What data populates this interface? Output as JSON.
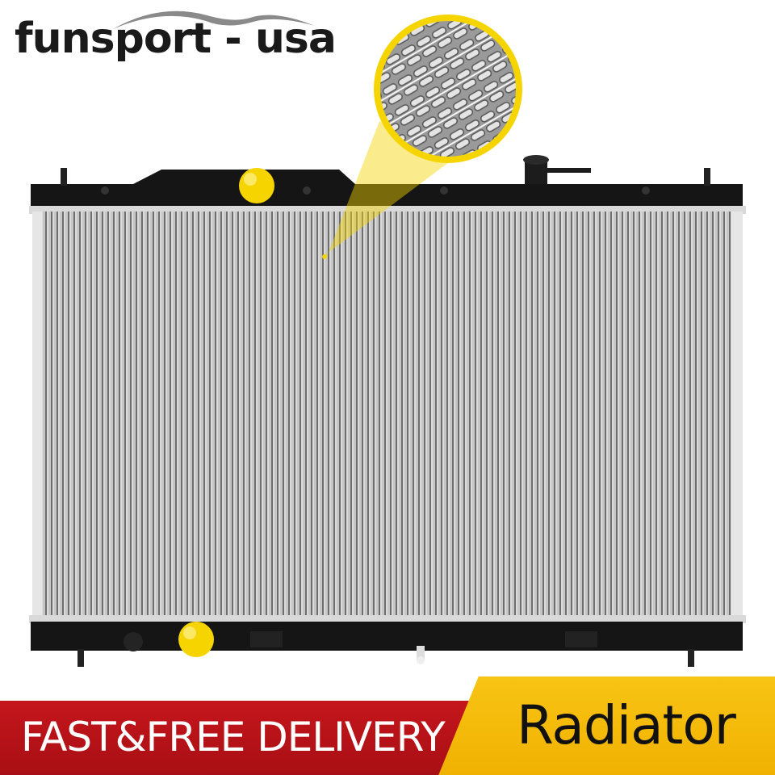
{
  "brand": {
    "logo_text": "funsport - usa"
  },
  "product": {
    "name": "Radiator"
  },
  "banner": {
    "shipping_text": "FAST&FREE DELIVERY",
    "product_label": "Radiator"
  },
  "colors": {
    "banner_red": "#c4161c",
    "banner_yellow": "#f8c414",
    "tank_black": "#151515",
    "core_silver": "#b8b8b8",
    "cap_yellow": "#f5d400"
  },
  "icons": [
    "zoom-callout-icon",
    "radiator-cap-icon",
    "drain-plug-icon"
  ]
}
